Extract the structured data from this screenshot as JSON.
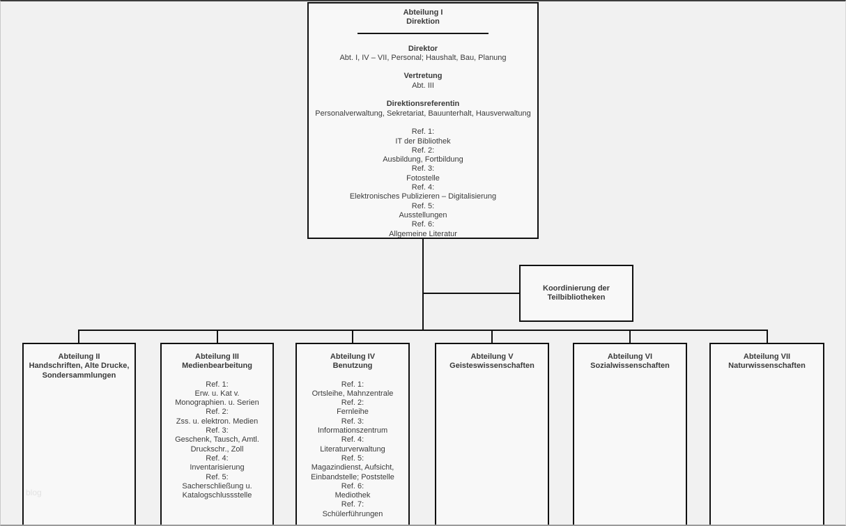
{
  "colors": {
    "page_background": "#f1f1f1",
    "box_fill": "#f8f8f8",
    "line_and_border": "#101010",
    "text": "#3a3a3a",
    "watermark": "#e2e2e2"
  },
  "page": {
    "watermark": "blog"
  },
  "org": {
    "root": {
      "title_lines": [
        {
          "text": "Abteilung I",
          "bold": true
        },
        {
          "text": "Direktion",
          "bold": true
        }
      ],
      "detail_lines": [
        {
          "text": "Direktor",
          "bold": true
        },
        {
          "text": "Abt. I, IV – VII, Personal; Haushalt, Bau, Planung",
          "bold": false
        },
        {
          "text": "",
          "bold": false
        },
        {
          "text": "Vertretung",
          "bold": true
        },
        {
          "text": "Abt. III",
          "bold": false
        },
        {
          "text": "",
          "bold": false
        },
        {
          "text": "Direktionsreferentin",
          "bold": true
        },
        {
          "text": "Personalverwaltung, Sekretariat, Bauunterhalt, Hausverwaltung",
          "bold": false
        },
        {
          "text": "",
          "bold": false
        },
        {
          "text": "Ref. 1:",
          "bold": false
        },
        {
          "text": "IT der Bibliothek",
          "bold": false
        },
        {
          "text": "Ref. 2:",
          "bold": false
        },
        {
          "text": "Ausbildung, Fortbildung",
          "bold": false
        },
        {
          "text": "Ref. 3:",
          "bold": false
        },
        {
          "text": "Fotostelle",
          "bold": false
        },
        {
          "text": "Ref. 4:",
          "bold": false
        },
        {
          "text": "Elektronisches Publizieren – Digitalisierung",
          "bold": false
        },
        {
          "text": "Ref. 5:",
          "bold": false
        },
        {
          "text": "Ausstellungen",
          "bold": false
        },
        {
          "text": "Ref. 6:",
          "bold": false
        },
        {
          "text": "Allgemeine Literatur",
          "bold": false
        }
      ]
    },
    "coordination": {
      "title_lines": [
        {
          "text": "Koordinierung der",
          "bold": true
        },
        {
          "text": "Teilbibliotheken",
          "bold": true
        }
      ]
    },
    "departments": [
      {
        "title_lines": [
          "Abteilung II",
          "Handschriften, Alte Drucke,",
          "Sondersammlungen"
        ],
        "lines": []
      },
      {
        "title_lines": [
          "Abteilung III",
          "Medienbearbeitung"
        ],
        "lines": [
          "Ref. 1:",
          "Erw. u. Kat v.",
          "Monographien. u. Serien",
          "Ref. 2:",
          "Zss. u. elektron. Medien",
          "Ref. 3:",
          "Geschenk, Tausch, Amtl.",
          "Druckschr., Zoll",
          "Ref. 4:",
          "Inventarisierung",
          "Ref. 5:",
          "Sacherschließung u.",
          "Katalogschlussstelle"
        ]
      },
      {
        "title_lines": [
          "Abteilung IV",
          "Benutzung"
        ],
        "lines": [
          "Ref. 1:",
          "Ortsleihe, Mahnzentrale",
          "Ref. 2:",
          "Fernleihe",
          "Ref. 3:",
          "Informationszentrum",
          "Ref. 4:",
          "Literaturverwaltung",
          "Ref. 5:",
          "Magazindienst, Aufsicht,",
          "Einbandstelle; Poststelle",
          "Ref. 6:",
          "Mediothek",
          "Ref. 7:",
          "Schülerführungen"
        ]
      },
      {
        "title_lines": [
          "Abteilung V",
          "Geisteswissenschaften"
        ],
        "lines": []
      },
      {
        "title_lines": [
          "Abteilung VI",
          "Sozialwissenschaften"
        ],
        "lines": []
      },
      {
        "title_lines": [
          "Abteilung VII",
          "Naturwissenschaften"
        ],
        "lines": []
      }
    ]
  }
}
